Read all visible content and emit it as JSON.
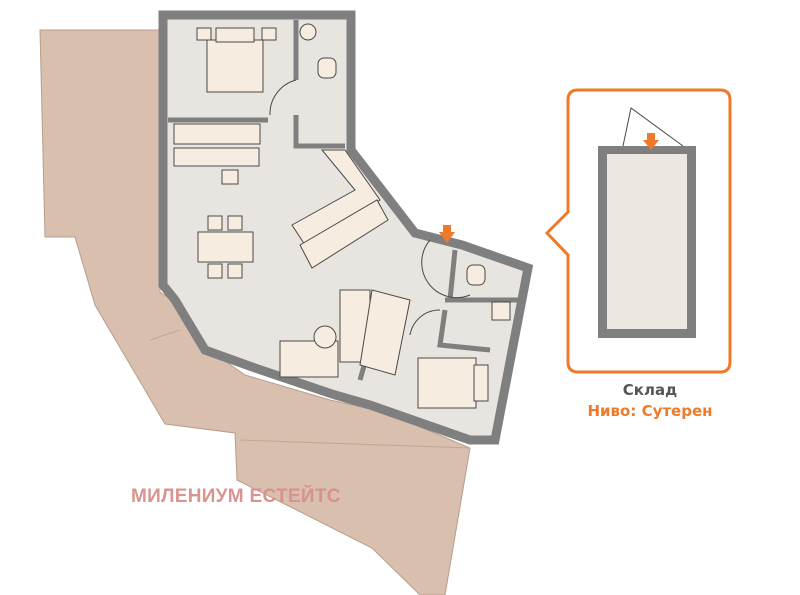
{
  "storage": {
    "title": "Склад",
    "level": "Ниво: Сутерен"
  },
  "watermark": "МИЛЕНИУМ ЕСТЕЙТС",
  "colors": {
    "terrace": "#d8bfae",
    "floor": "#e8e4df",
    "wall": "#7f7f7f",
    "wall_outline": "#4a4a4a",
    "furniture": "#f6ecdf",
    "accent": "#ee7a2a",
    "storage_floor": "#ece7e1"
  },
  "icons": [
    "entrance-arrow-icon",
    "storage-entrance-arrow-icon"
  ]
}
